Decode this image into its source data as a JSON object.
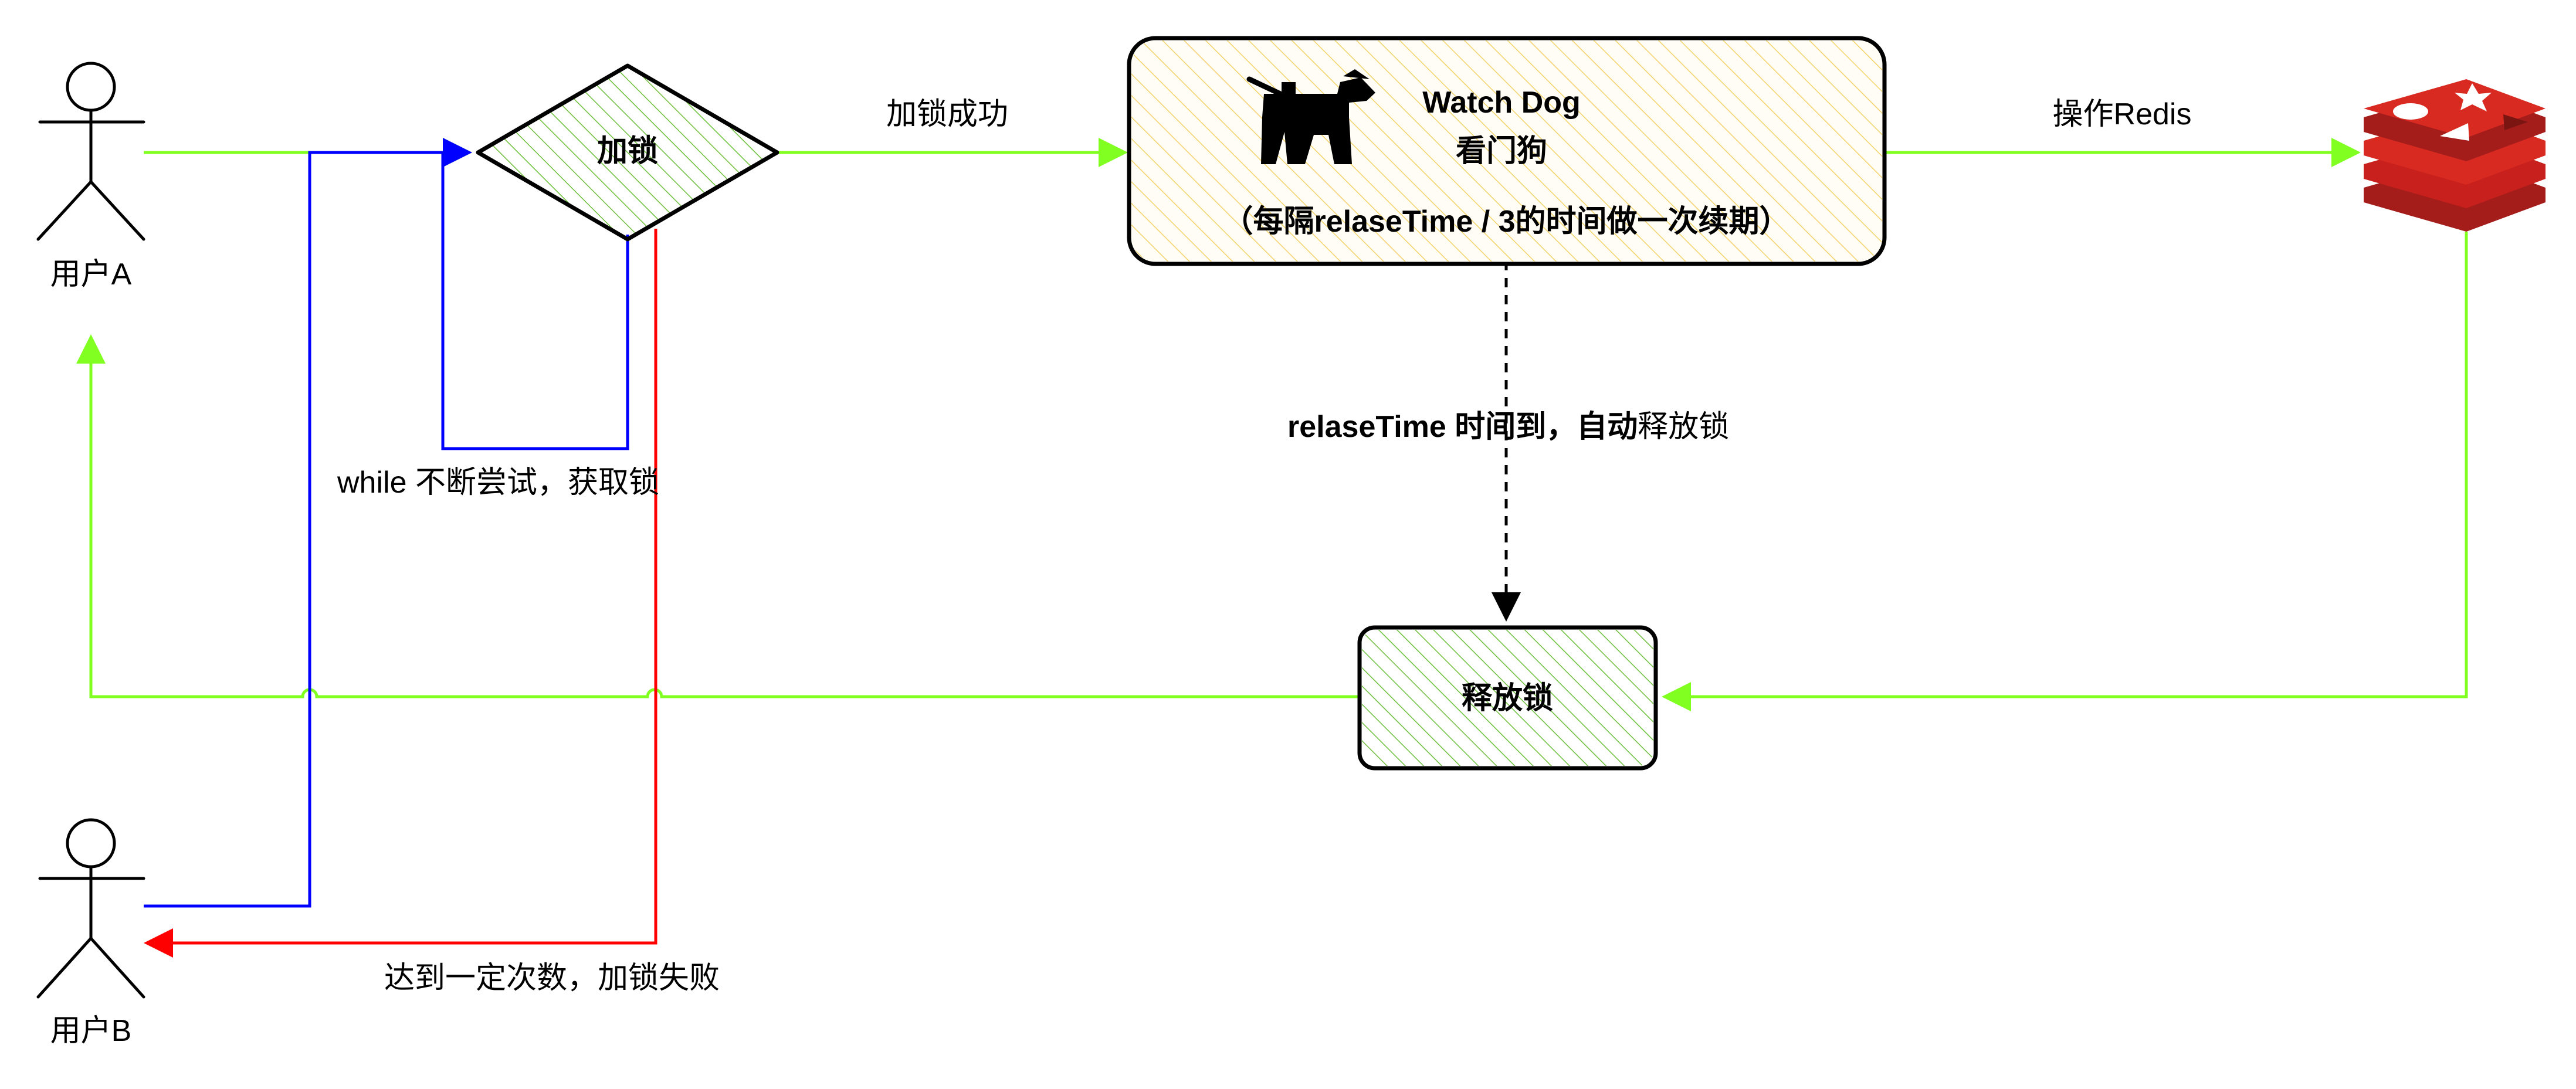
{
  "actors": {
    "user_a": "用户A",
    "user_b": "用户B"
  },
  "nodes": {
    "lock_decision": "加锁",
    "watchdog_title": "Watch Dog",
    "watchdog_subtitle": "看门狗",
    "watchdog_note": "（每隔relaseTime / 3的时间做一次续期）",
    "release_lock": "释放锁"
  },
  "edges": {
    "lock_success": "加锁成功",
    "operate_redis": "操作Redis",
    "retry_loop": "while 不断尝试，获取锁",
    "auto_release_bold": "relaseTime 时间到，自动",
    "auto_release_plain": "释放锁",
    "lock_failed": "达到一定次数，加锁失败"
  },
  "icons": {
    "watchdog": "dog-on-leash-icon",
    "redis": "redis-logo-icon"
  },
  "colors": {
    "success_flow": "#80ff20",
    "retry_flow": "#0000ff",
    "fail_flow": "#ff0000",
    "green_fill": "#6ebf3c",
    "yellow_fill": "#f3d36a",
    "redis_red": "#c8201d"
  }
}
